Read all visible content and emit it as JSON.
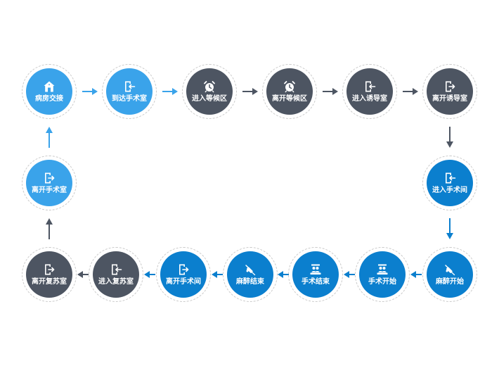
{
  "colors": {
    "light_blue": "#3aa3ea",
    "dark_gray": "#4d5562",
    "blue": "#0b7fce",
    "ring": "#c9c9c9"
  },
  "nodes": [
    {
      "id": "ward-handover",
      "label": "病房交接",
      "icon": "house-icon",
      "color": "light_blue"
    },
    {
      "id": "arrive-or",
      "label": "到达手术室",
      "icon": "door-enter-icon",
      "color": "light_blue"
    },
    {
      "id": "enter-waiting",
      "label": "进入等候区",
      "icon": "alarm-clock-icon",
      "color": "dark_gray"
    },
    {
      "id": "leave-waiting",
      "label": "离开等候区",
      "icon": "alarm-clock-icon",
      "color": "dark_gray"
    },
    {
      "id": "enter-induction",
      "label": "进入诱导室",
      "icon": "door-enter-icon",
      "color": "dark_gray"
    },
    {
      "id": "leave-induction",
      "label": "离开诱导室",
      "icon": "door-exit-icon",
      "color": "dark_gray"
    },
    {
      "id": "enter-or-room",
      "label": "进入手术间",
      "icon": "door-enter-icon",
      "color": "blue"
    },
    {
      "id": "anesthesia-start",
      "label": "麻醉开始",
      "icon": "syringe-icon",
      "color": "blue"
    },
    {
      "id": "surgery-start",
      "label": "手术开始",
      "icon": "surgeon-icon",
      "color": "blue"
    },
    {
      "id": "surgery-end",
      "label": "手术结束",
      "icon": "surgeon-icon",
      "color": "blue"
    },
    {
      "id": "anesthesia-end",
      "label": "麻醉结束",
      "icon": "syringe-icon",
      "color": "blue"
    },
    {
      "id": "leave-or-room",
      "label": "离开手术间",
      "icon": "door-exit-icon",
      "color": "blue"
    },
    {
      "id": "enter-recovery",
      "label": "进入复苏室",
      "icon": "door-enter-icon",
      "color": "dark_gray"
    },
    {
      "id": "leave-recovery",
      "label": "离开复苏室",
      "icon": "door-exit-icon",
      "color": "dark_gray"
    },
    {
      "id": "leave-or",
      "label": "离开手术室",
      "icon": "door-exit-icon",
      "color": "light_blue"
    }
  ]
}
